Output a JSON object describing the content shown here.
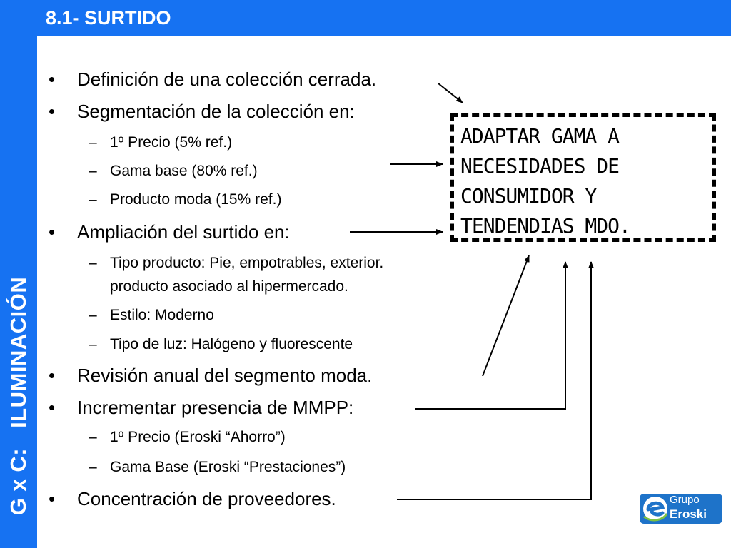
{
  "header": {
    "title": "8.1- SURTIDO"
  },
  "sidebar": {
    "label_prefix": "G x C:",
    "label_main": "ILUMINACIÓN"
  },
  "items": [
    {
      "level": 1,
      "bullet": "•",
      "text": "Definición de una colección cerrada."
    },
    {
      "level": 1,
      "bullet": "•",
      "text": "Segmentación de la colección en:"
    },
    {
      "level": 2,
      "bullet": "–",
      "text": "1º Precio (5% ref.)"
    },
    {
      "level": 2,
      "bullet": "–",
      "text": "Gama base (80% ref.)"
    },
    {
      "level": 2,
      "bullet": "–",
      "text": "Producto moda (15% ref.)"
    },
    {
      "level": 1,
      "bullet": "•",
      "text": "Ampliación del surtido en:"
    },
    {
      "level": 2,
      "bullet": "–",
      "text": "Tipo producto: Pie, empotrables, exterior.",
      "continuation": "producto asociado al hipermercado."
    },
    {
      "level": 2,
      "bullet": "–",
      "text": "Estilo: Moderno"
    },
    {
      "level": 2,
      "bullet": "–",
      "text": "Tipo de luz: Halógeno y fluorescente"
    },
    {
      "level": 1,
      "bullet": "•",
      "text": "Revisión anual del segmento moda."
    },
    {
      "level": 1,
      "bullet": "•",
      "text": "Incrementar presencia de MMPP:"
    },
    {
      "level": 2,
      "bullet": "–",
      "text": "1º Precio (Eroski “Ahorro”)"
    },
    {
      "level": 2,
      "bullet": "–",
      "text": "Gama Base (Eroski “Prestaciones”)"
    },
    {
      "level": 1,
      "bullet": "•",
      "text": "Concentración de proveedores."
    }
  ],
  "callout": {
    "lines": [
      "ADAPTAR GAMA A",
      "NECESIDADES DE",
      "CONSUMIDOR Y",
      "TENDENDIAS MDO."
    ]
  },
  "logo": {
    "line1": "Grupo",
    "line2": "Eroski",
    "icon": "eroski-e-logo-icon",
    "color": "#1e73c9",
    "accent": "#7cc242"
  },
  "colors": {
    "brand_blue": "#1672f2",
    "text": "#000000"
  }
}
